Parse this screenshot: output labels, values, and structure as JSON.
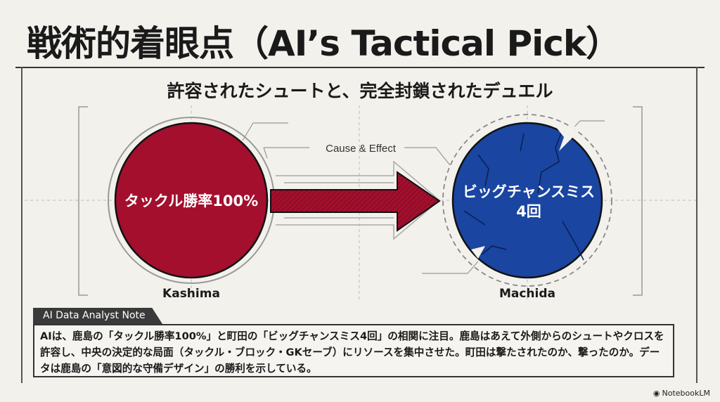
{
  "title": "戦術的着眼点（AI’s Tactical Pick）",
  "subtitle": "許容されたシュートと、完全封鎖されたデュエル",
  "diagram": {
    "left": {
      "value": "タックル勝率100%",
      "team": "Kashima",
      "color": "#a30f2d"
    },
    "right": {
      "value_line1": "ビッグチャンスミス",
      "value_line2": "4回",
      "team": "Machida",
      "color": "#1a45a0"
    },
    "connector_label": "Cause & Effect"
  },
  "note": {
    "tab_label": "AI Data Analyst Note",
    "text": "AIは、鹿島の「タックル勝率100%」と町田の「ビッグチャンスミス4回」の相関に注目。鹿島はあえて外側からのシュートやクロスを許容し、中央の決定的な局面（タックル・ブロック・GKセーブ）にリソースを集中させた。町田は撃たされたのか、撃ったのか。データは鹿島の「意図的な守備デザイン」の勝利を示している。"
  },
  "brand": "NotebookLM"
}
